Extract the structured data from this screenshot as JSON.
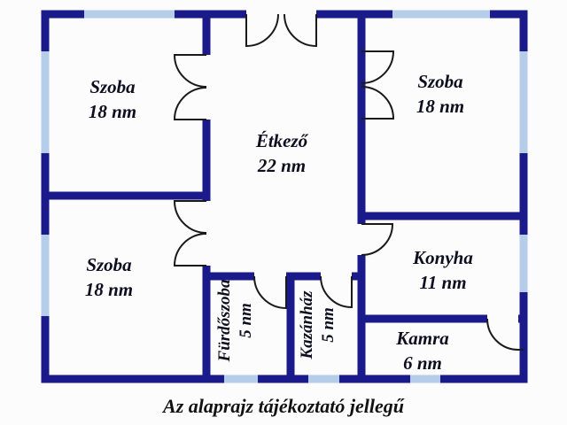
{
  "colors": {
    "wall_navy": "#1a1a8b",
    "window_blue": "#b5cde9",
    "door_line": "#1a1a1a",
    "label_text": "#0e0e20",
    "background": "#fcfcfc"
  },
  "rooms": [
    {
      "id": "szoba-top-left",
      "name": "Szoba",
      "area": "18 nm"
    },
    {
      "id": "szoba-top-right",
      "name": "Szoba",
      "area": "18 nm"
    },
    {
      "id": "etkezo",
      "name": "Étkező",
      "area": "22 nm"
    },
    {
      "id": "szoba-bottom-left",
      "name": "Szoba",
      "area": "18 nm"
    },
    {
      "id": "konyha",
      "name": "Konyha",
      "area": "11 nm"
    },
    {
      "id": "kamra",
      "name": "Kamra",
      "area": "6 nm"
    },
    {
      "id": "furdoszoba",
      "name": "Fürdőszoba",
      "area": "5 nm"
    },
    {
      "id": "kazanhaz",
      "name": "Kazánház",
      "area": "5 nm"
    }
  ],
  "caption": "Az alaprajz tájékoztató jellegű"
}
